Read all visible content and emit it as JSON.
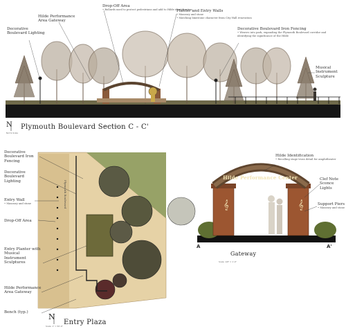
{
  "section": {
    "title": "Plymouth Boulevard Section C - C'",
    "subtitle": "Tender to sheet 1 of 3",
    "north_scale": "Not to Scale",
    "labels": {
      "hilde_gateway": "Hilde Performance Area Gateway",
      "dropoff": {
        "title": "Drop-Off Area",
        "note": "• Bollards used to protect pedestrians and add to Hilde identification"
      },
      "planter_walls": {
        "title": "Planter and Entry Walls",
        "notes": [
          "• Masonry and stone",
          "• Matching limestone character from City Hall renovation"
        ]
      },
      "lighting": "Decorative Boulevard Lighting",
      "fencing": {
        "title": "Decorative Boulevard Iron Fencing",
        "note": "• Weaves into park, expanding the Plymouth Boulevard corridor and identifying the significance of the Hilde"
      },
      "sculpture": "Musical Instrument Sculpture"
    }
  },
  "plaza": {
    "title": "Entry Plaza",
    "scale": "Scale: 1\" = 50'-0\"",
    "road_label": "Plymouth Boulevard",
    "labels": {
      "fencing": "Decorative Boulevard Iron Fencing",
      "lighting": "Decorative Boulevard Lighting",
      "entry_wall": {
        "title": "Entry Wall",
        "note": "• Masonry and stone"
      },
      "dropoff": "Drop-Off Area",
      "planter": "Entry Planter with Musical Instrument Sculptures",
      "gateway": "Hilde Performance Area Gateway",
      "bench": "Bench (typ.)"
    }
  },
  "gateway": {
    "title": "Gateway",
    "scale": "Scale: 1/8\" = 1'-0\"",
    "sign_text": "Hilde Performance Center",
    "marker_a": "A",
    "marker_a_prime": "A'",
    "labels": {
      "identification": {
        "title": "Hilde Identification",
        "note": "• Recalling stage truss detail for amphitheater"
      },
      "clef_lights": {
        "title": "Clef Note Sconce Lights"
      },
      "piers": {
        "title": "Support Piers",
        "note": "• Masonry and stone"
      }
    }
  },
  "colors": {
    "sky": "#ffffff",
    "ground": "#111111",
    "tree_trunk": "#5a4030",
    "foliage": "#8a7a6a",
    "paving": "#e8d6b0",
    "grass": "#8a9a5a",
    "pier": "#a0522d",
    "arch": "#6b4a2f"
  },
  "icons": [
    "north-arrow-icon"
  ]
}
